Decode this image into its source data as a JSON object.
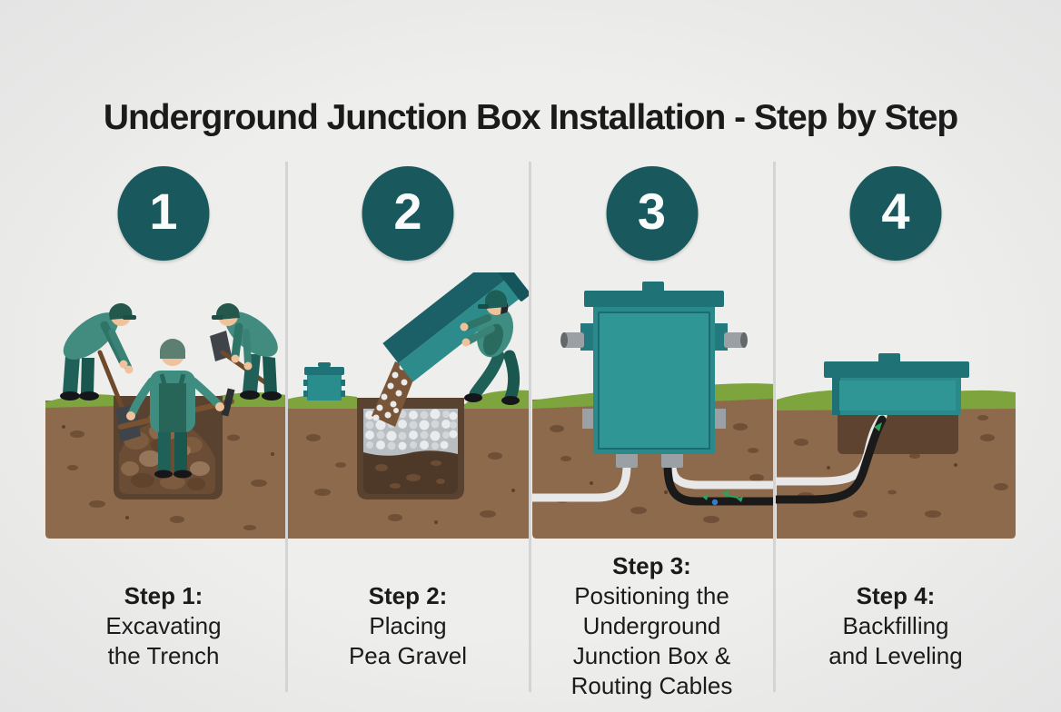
{
  "title": "Underground Junction Box Installation - Step by Step",
  "steps": [
    {
      "number": "1",
      "label": "Step 1:",
      "caption": "Excavating\nthe Trench",
      "illustration": "three-workers-digging-trench"
    },
    {
      "number": "2",
      "label": "Step 2:",
      "caption": "Placing\nPea Gravel",
      "illustration": "worker-pouring-pea-gravel-from-chute-into-trench"
    },
    {
      "number": "3",
      "label": "Step 3:",
      "caption": "Positioning the\nUnderground\nJunction Box &\nRouting Cables",
      "illustration": "teal-junction-box-in-ground-with-pipes-and-cables"
    },
    {
      "number": "4",
      "label": "Step 4:",
      "caption": "Backfilling\nand Leveling",
      "illustration": "backfilled-junction-box-lid-with-cables"
    }
  ],
  "colors": {
    "background": "#eeeeec",
    "accent_teal": "#19595e",
    "box_teal": "#2a8a8a",
    "box_teal_dark": "#1f7276",
    "grass_green": "#7da43d",
    "soil_brown": "#8d6a4b",
    "soil_spot": "#6f4f36",
    "pit_brown": "#5a4231",
    "gravel_gray": "#b9bec2",
    "pebble_white": "#e9ebec",
    "pipe_gray": "#9aa0a3",
    "cable_white": "#e8e8e8",
    "cable_black": "#1a1a1a",
    "divider_gray": "#d3d4d3",
    "text": "#1b1b1b"
  }
}
